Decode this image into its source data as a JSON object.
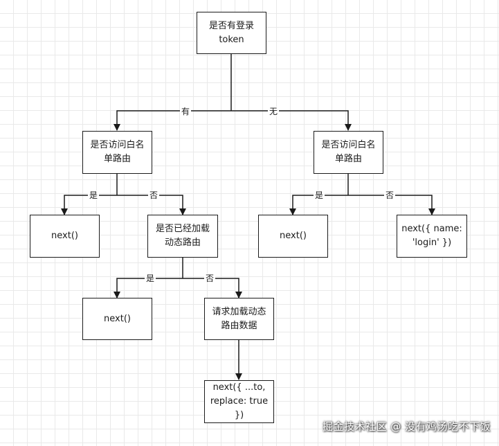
{
  "nodes": {
    "root": "是否有登录\ntoken",
    "left_whitelist": "是否访问白名\n单路由",
    "right_whitelist": "是否访问白名\n单路由",
    "left_next": "next()",
    "left_loaded": "是否已经加载\n动态路由",
    "right_next": "next()",
    "right_login": "next({ name:\n'login' })",
    "loaded_next": "next()",
    "request_routes": "请求加载动态\n路由数据",
    "final_next": "next({ ...to,\nreplace: true })"
  },
  "edge_labels": {
    "has_token": "有",
    "no_token": "无",
    "left_yes": "是",
    "left_no": "否",
    "right_yes": "是",
    "right_no": "否",
    "loaded_yes": "是",
    "loaded_no": "否"
  },
  "watermark": "掘金技术社区 @ 没有鸡汤吃不下饭"
}
